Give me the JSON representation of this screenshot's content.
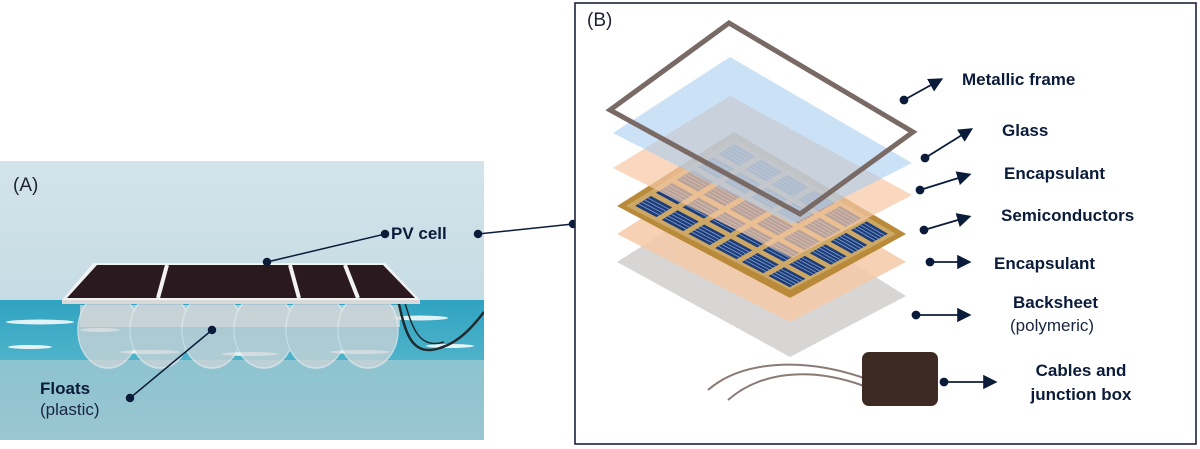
{
  "panel_a": {
    "letter": "(A)",
    "pv_label": "PV cell",
    "floats_label": "Floats",
    "floats_sub": "(plastic)"
  },
  "panel_b": {
    "letter": "(B)",
    "layers": {
      "frame": "Metallic frame",
      "glass": "Glass",
      "encapsulant_top": "Encapsulant",
      "semiconductors": "Semiconductors",
      "encapsulant_bottom": "Encapsulant",
      "backsheet": "Backsheet",
      "backsheet_sub": "(polymeric)",
      "cables_line1": "Cables and",
      "cables_line2": "junction box"
    }
  },
  "colors": {
    "sky": "#c8dde6",
    "water": "#3aa9c4",
    "panel_dark": "#2a1a1f",
    "frame": "#7a6a66",
    "glass": "#a8cdf0",
    "encapsulant": "#f6c9a6",
    "semiconductor_bg": "#b88a3a",
    "cell_blue": "#1e3d78",
    "backsheet": "#d4d0d0",
    "junction_box": "#3d2a22",
    "ink": "#0b1b3a"
  }
}
